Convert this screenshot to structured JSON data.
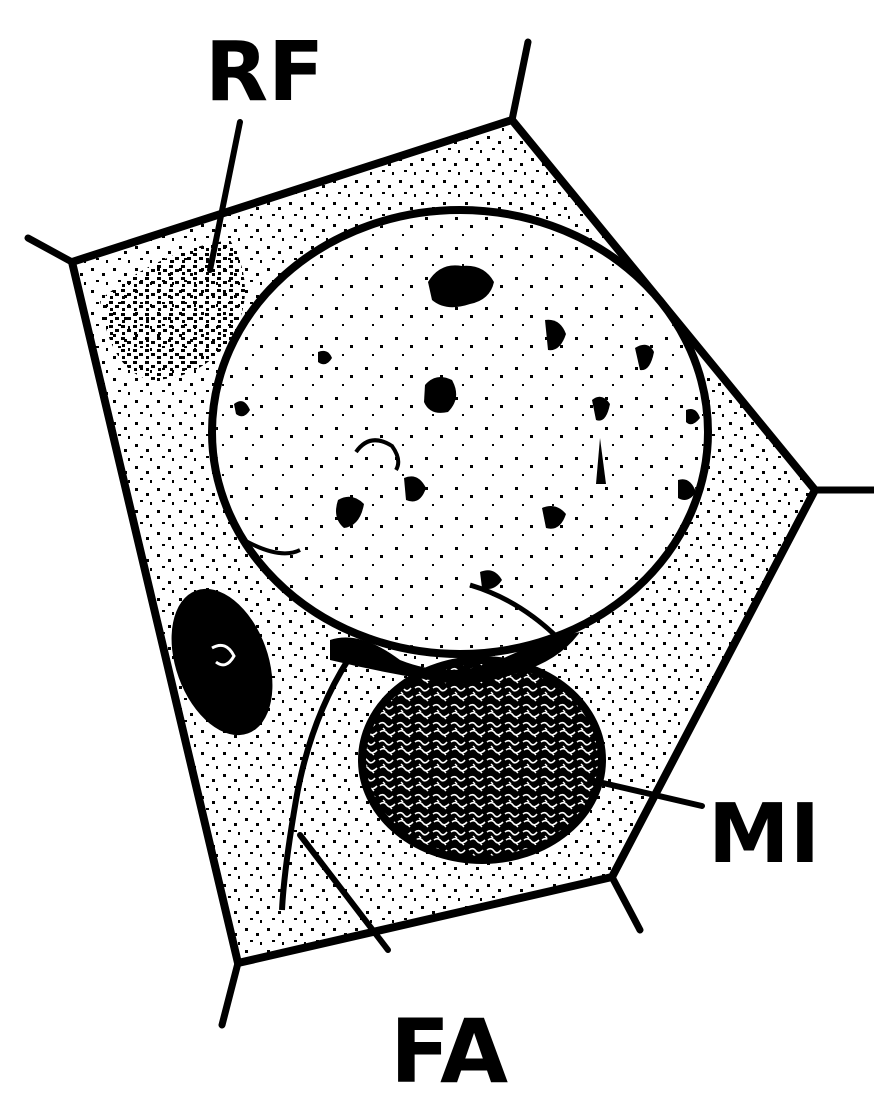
{
  "labels": {
    "rf": "RF",
    "mi": "MI",
    "fa": "FA"
  },
  "colors": {
    "ink": "#000000",
    "paper": "#ffffff"
  }
}
